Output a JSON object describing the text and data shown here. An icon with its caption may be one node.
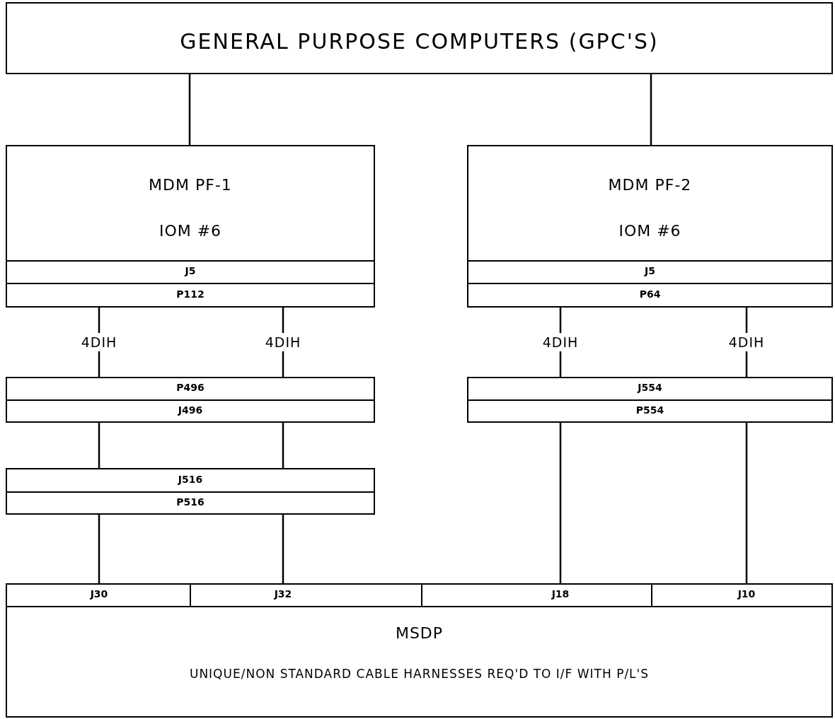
{
  "diagram": {
    "nodes": [
      {
        "text": [
          "GENERAL PURPOSE COMPUTERS (GPC'S)"
        ]
      },
      {
        "text": [
          "MDM PF-1",
          "IOM #6"
        ]
      },
      {
        "text": [
          "J5"
        ],
        "in": 1
      },
      {
        "text": [
          "P112"
        ],
        "in": 1
      },
      {
        "text": [
          "MDM PF-2",
          "IOM #6"
        ]
      },
      {
        "text": [
          "J5"
        ],
        "in": 4
      },
      {
        "text": [
          "P64"
        ],
        "in": 4
      },
      {
        "text": [
          "P496"
        ]
      },
      {
        "text": [
          "J496"
        ]
      },
      {
        "text": [
          "J554"
        ]
      },
      {
        "text": [
          "P554"
        ]
      },
      {
        "text": [
          "J516"
        ]
      },
      {
        "text": [
          "P516"
        ]
      },
      {
        "text": [
          "MSDP",
          "UNIQUE/NON STANDARD CABLE HARNESSES REQ'D TO I/F WITH P/L'S"
        ]
      },
      {
        "text": [
          "J30"
        ],
        "in": 13
      },
      {
        "text": [
          "J32"
        ],
        "in": 13
      },
      {
        "text": [
          "J18"
        ],
        "in": 13
      },
      {
        "text": [
          "J10"
        ],
        "in": 13
      }
    ],
    "edges": [
      {
        "from": 0,
        "to": 1,
        "arrow": "none"
      },
      {
        "from": 0,
        "to": 4,
        "arrow": "none"
      },
      {
        "from": 3,
        "to": 7,
        "arrow": "none",
        "label": "4DIH"
      },
      {
        "from": 3,
        "to": 7,
        "arrow": "none",
        "label": "4DIH"
      },
      {
        "from": 6,
        "to": 9,
        "arrow": "none",
        "label": "4DIH"
      },
      {
        "from": 6,
        "to": 9,
        "arrow": "none",
        "label": "4DIH"
      },
      {
        "from": 8,
        "to": 11,
        "arrow": "none"
      },
      {
        "from": 8,
        "to": 11,
        "arrow": "none"
      },
      {
        "from": 12,
        "to": 14,
        "arrow": "none"
      },
      {
        "from": 12,
        "to": 15,
        "arrow": "none"
      },
      {
        "from": 10,
        "to": 16,
        "arrow": "none"
      },
      {
        "from": 10,
        "to": 17,
        "arrow": "none"
      }
    ]
  }
}
